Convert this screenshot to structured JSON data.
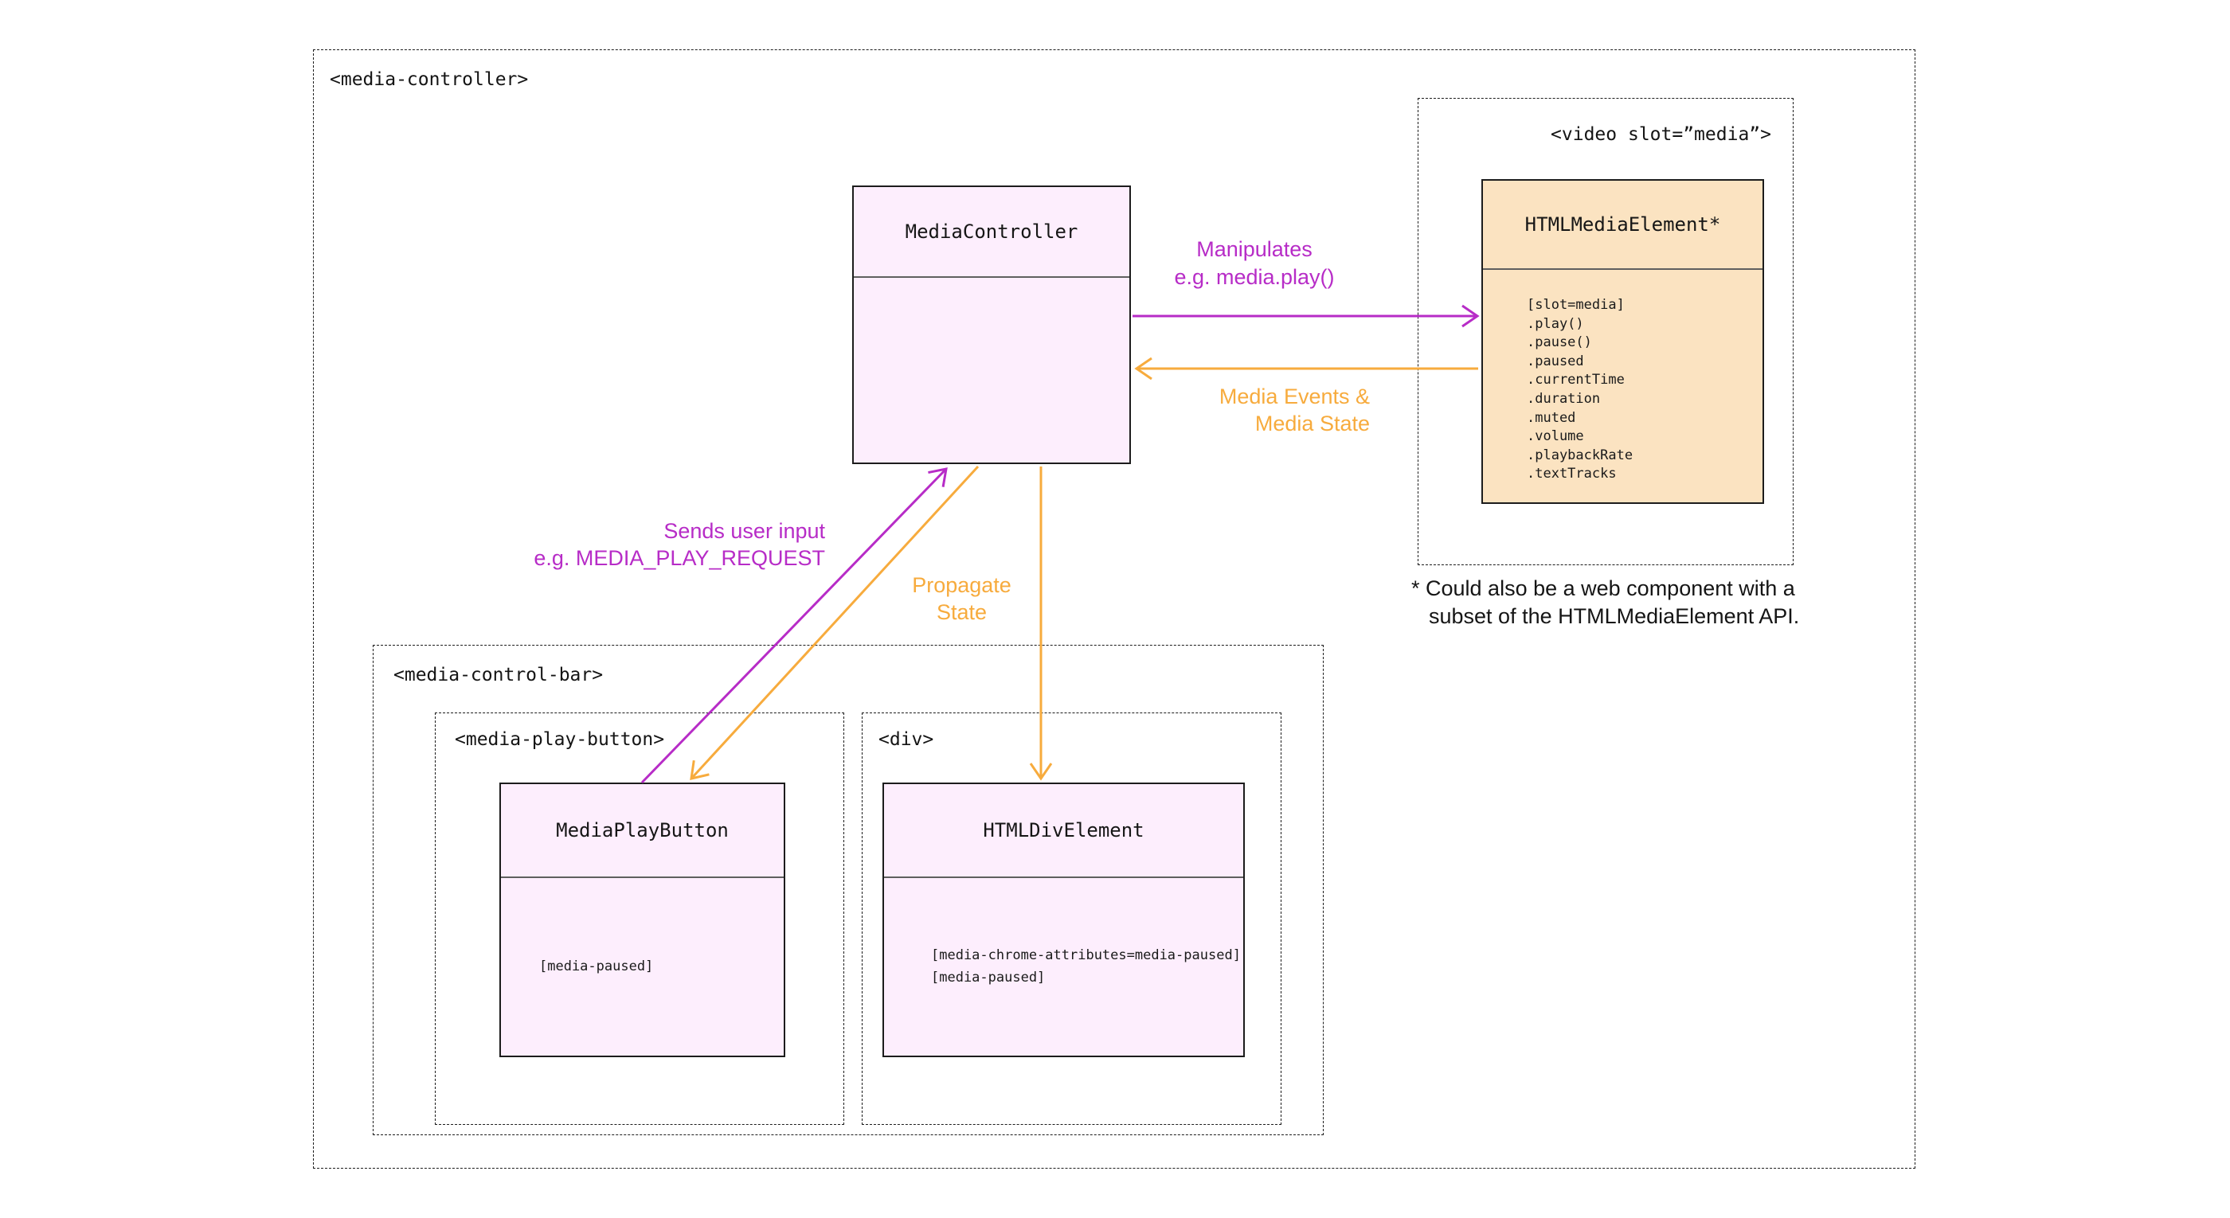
{
  "frames": {
    "media_controller": {
      "label": "<media-controller>"
    },
    "video_slot": {
      "label": "<video slot=”media”>"
    },
    "media_control_bar": {
      "label": "<media-control-bar>"
    },
    "media_play_button": {
      "label": "<media-play-button>"
    },
    "div": {
      "label": "<div>"
    }
  },
  "classes": {
    "media_controller": {
      "title": "MediaController",
      "attributes": []
    },
    "html_media_element": {
      "title": "HTMLMediaElement*",
      "attributes": [
        "[slot=media]",
        ".play()",
        ".pause()",
        ".paused",
        ".currentTime",
        ".duration",
        ".muted",
        ".volume",
        ".playbackRate",
        ".textTracks"
      ]
    },
    "media_play_button": {
      "title": "MediaPlayButton",
      "attributes": [
        "[media-paused]"
      ]
    },
    "html_div_element": {
      "title": "HTMLDivElement",
      "attributes": [
        "[media-chrome-attributes=media-paused]",
        "[media-paused]"
      ]
    }
  },
  "arrows": {
    "manipulates": {
      "lines": [
        "Manipulates",
        "e.g. media.play()"
      ],
      "color": "magenta"
    },
    "media_events": {
      "lines": [
        "Media Events &",
        "Media State"
      ],
      "color": "orange"
    },
    "sends_user_input": {
      "lines": [
        "Sends user input",
        "e.g. MEDIA_PLAY_REQUEST"
      ],
      "color": "magenta"
    },
    "propagate_state": {
      "lines": [
        "Propagate",
        "State"
      ],
      "color": "orange"
    }
  },
  "footnote": {
    "lines": [
      "* Could also be a web component with a",
      "subset of the HTMLMediaElement API."
    ]
  },
  "colors": {
    "magenta": "#b72cc7",
    "orange": "#f7ab3d",
    "pink_fill": "#fdeefd",
    "orange_fill": "#fbe3c1",
    "border_dark": "#1c1c1c",
    "divider_gray": "#5f5f5f"
  }
}
